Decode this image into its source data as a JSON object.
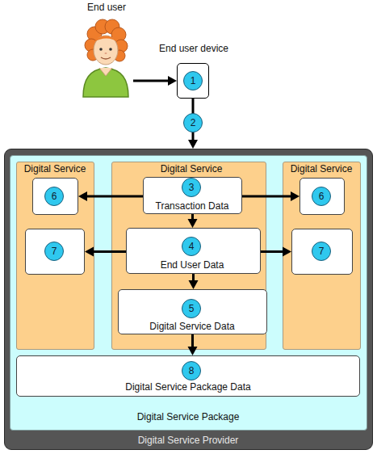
{
  "diagram": {
    "nodes": [
      {
        "text": [
          "End user"
        ]
      },
      {
        "text": [
          "End user device",
          "1"
        ]
      },
      {
        "text": [
          "Digital Service Provider"
        ]
      },
      {
        "text": [
          "Digital Service Package"
        ],
        "in": 2
      },
      {
        "text": [
          "Digital Service"
        ],
        "in": 3
      },
      {
        "text": [
          "Digital Service"
        ],
        "in": 3
      },
      {
        "text": [
          "Digital Service"
        ],
        "in": 3
      },
      {
        "text": [
          "6"
        ],
        "in": 4
      },
      {
        "text": [
          "3",
          "Transaction Data"
        ],
        "in": 5
      },
      {
        "text": [
          "6"
        ],
        "in": 6
      },
      {
        "text": [
          "7"
        ],
        "in": 4
      },
      {
        "text": [
          "4",
          "End User Data"
        ],
        "in": 5
      },
      {
        "text": [
          "7"
        ],
        "in": 6
      },
      {
        "text": [
          "5",
          "Digital Service Data"
        ],
        "in": 5
      },
      {
        "text": [
          "8",
          "Digital Service Package Data"
        ],
        "in": 3
      }
    ],
    "edges": [
      {
        "from": 0,
        "to": 1,
        "arrow": "to"
      },
      {
        "from": 1,
        "to": 2,
        "label": "2",
        "arrow": "to"
      },
      {
        "from": 8,
        "to": 7,
        "arrow": "to"
      },
      {
        "from": 8,
        "to": 9,
        "arrow": "to"
      },
      {
        "from": 8,
        "to": 11,
        "arrow": "to"
      },
      {
        "from": 11,
        "to": 10,
        "arrow": "to"
      },
      {
        "from": 11,
        "to": 12,
        "arrow": "to"
      },
      {
        "from": 11,
        "to": 13,
        "arrow": "to"
      },
      {
        "from": 13,
        "to": 14,
        "arrow": "to"
      }
    ]
  }
}
